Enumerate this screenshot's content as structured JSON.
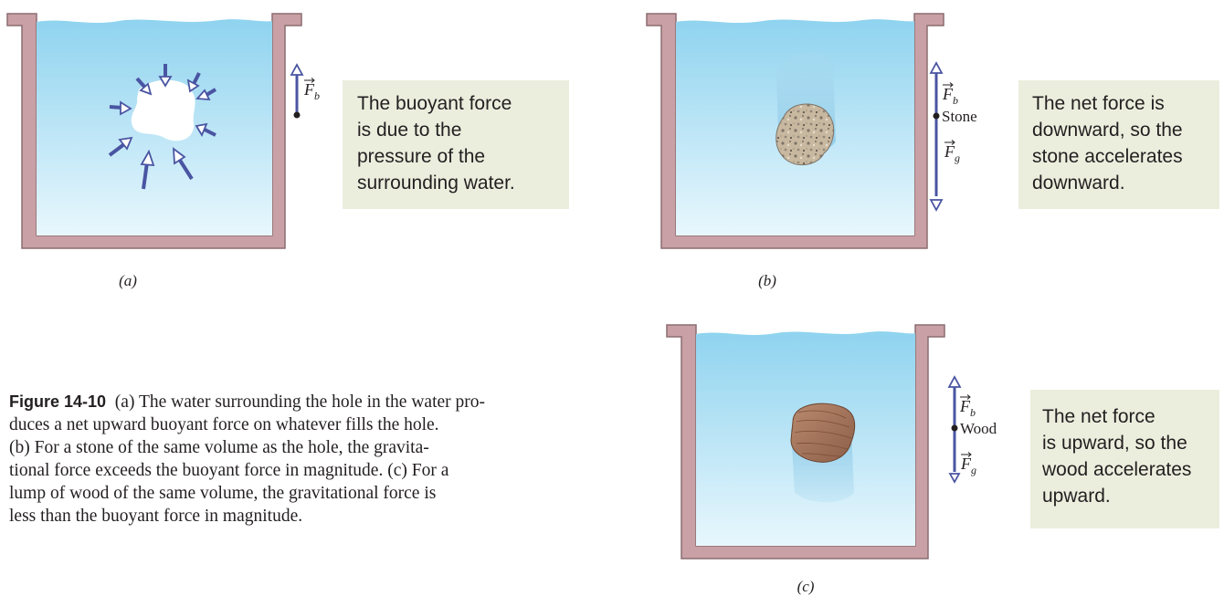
{
  "colors": {
    "tank_wall": "#c9a0a5",
    "tank_wall_stroke": "#8b6d70",
    "water_top": "#8fd3ef",
    "water_bottom": "#e6f6fd",
    "arrow": "#4a55a2",
    "note_bg": "#ebeedd"
  },
  "panel_a": {
    "label": "(a)",
    "force_label": "F",
    "force_sub": "b",
    "note_lines": [
      "The buoyant force",
      "is due to the",
      "pressure of the",
      "surrounding water."
    ]
  },
  "panel_b": {
    "label": "(b)",
    "object_label": "Stone",
    "force_up_label": "F",
    "force_up_sub": "b",
    "force_down_label": "F",
    "force_down_sub": "g",
    "note_lines": [
      "The net force is",
      "downward, so the",
      "stone accelerates",
      "downward."
    ]
  },
  "panel_c": {
    "label": "(c)",
    "object_label": "Wood",
    "force_up_label": "F",
    "force_up_sub": "b",
    "force_down_label": "F",
    "force_down_sub": "g",
    "note_lines": [
      "The net force",
      "is upward, so the",
      "wood accelerates",
      "upward."
    ]
  },
  "caption": {
    "figure_number": "Figure 14-10",
    "lines": [
      "(a) The water surrounding the hole in the water pro-",
      "duces a net upward buoyant force on whatever fills the hole.",
      "(b) For a stone of the same volume as the hole, the gravita-",
      "tional force exceeds the buoyant force in magnitude. (c) For a",
      "lump of wood of the same volume, the gravitational force is",
      "less than the buoyant force in magnitude."
    ]
  }
}
